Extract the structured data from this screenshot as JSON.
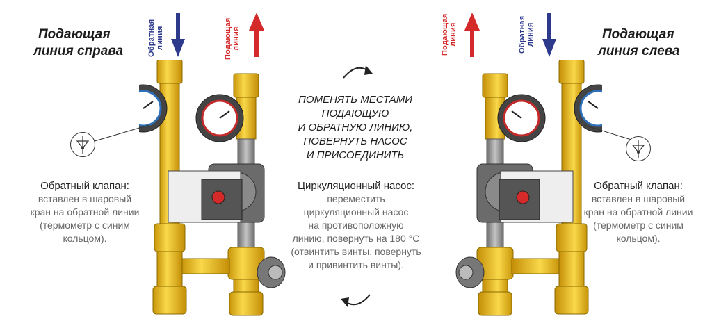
{
  "left": {
    "heading_line1": "Подающая",
    "heading_line2": "линия справа",
    "return_label": "Обратная линия",
    "supply_label": "Подающая линия",
    "caption_title": "Обратный клапан:",
    "caption_lines": [
      "вставлен в шаровый",
      "кран на обратной линии",
      "(термометр с синим",
      "кольцом)."
    ]
  },
  "right": {
    "heading_line1": "Подающая",
    "heading_line2": "линия слева",
    "supply_label": "Подающая линия",
    "return_label": "Обратная линия",
    "caption_title": "Обратный клапан:",
    "caption_lines": [
      "вставлен в шаровый",
      "кран на обратной линии",
      "(термометр с синим",
      "кольцом)."
    ]
  },
  "center": {
    "swap_lines": [
      "ПОМЕНЯТЬ МЕСТАМИ",
      "ПОДАЮЩУЮ",
      "И ОБРАТНУЮ ЛИНИЮ,",
      "ПОВЕРНУТЬ НАСОС",
      "И ПРИСОЕДИНИТЬ"
    ],
    "pump_title": "Циркуляционный насос:",
    "pump_lines": [
      "переместить",
      "циркуляционный насос",
      "на противоположную",
      "линию, повернуть на 180 °C",
      "(отвинтить винты, повернуть",
      "и привинтить винты)."
    ]
  },
  "colors": {
    "return_blue": "#2d3a8c",
    "supply_red": "#d42a2a",
    "brass": "#f2c21b",
    "steel": "#9a9a9a"
  }
}
